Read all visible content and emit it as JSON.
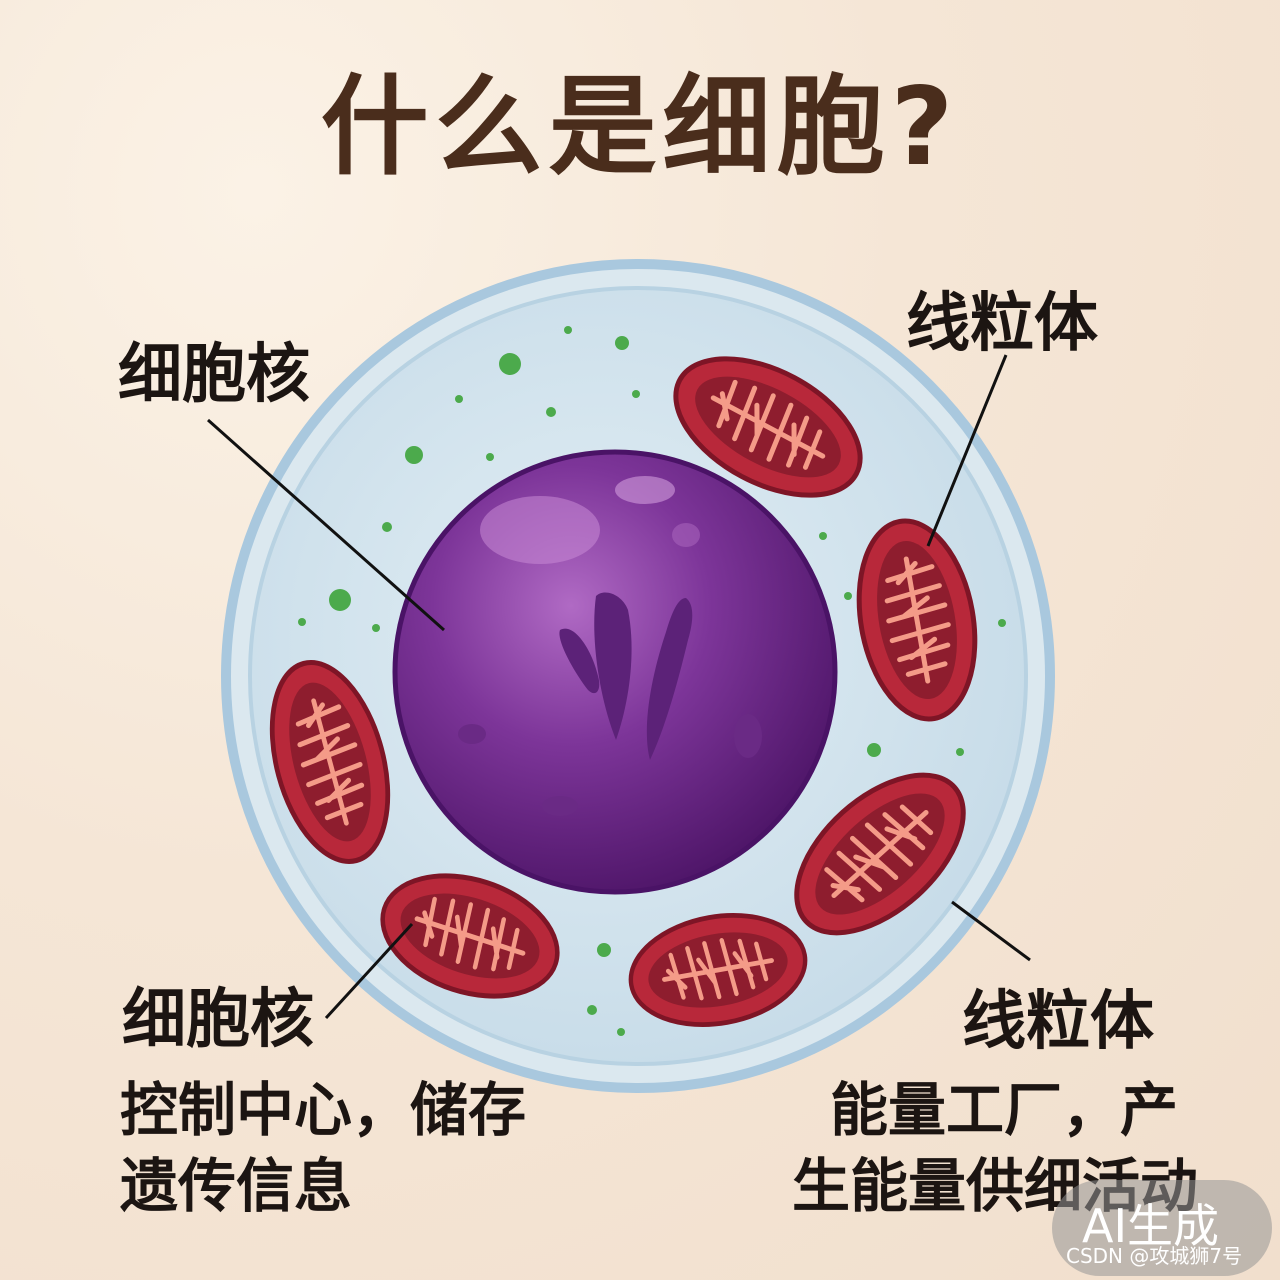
{
  "title": "什么是细胞?",
  "labels": {
    "nucleus_top": "细胞核",
    "mito_top": "线粒体",
    "nucleus_bottom": "细胞核",
    "mito_bottom": "线粒体",
    "nucleus_desc_1": "控制中心，储存",
    "nucleus_desc_2": "遗传信息",
    "mito_desc_1": "能量工厂，产",
    "mito_desc_2": "生能量供细活动"
  },
  "badge": "AI生成",
  "watermark": "CSDN @攻城狮7号",
  "colors": {
    "background": "#f5e6d6",
    "title": "#4a2d1c",
    "cytoplasm": "#cfe3ee",
    "membrane": "#a9c8de",
    "nucleus": "#7a2f94",
    "mitochondria": "#b8283a",
    "cristae": "#f08a7a",
    "granules": "#4caa4c"
  }
}
